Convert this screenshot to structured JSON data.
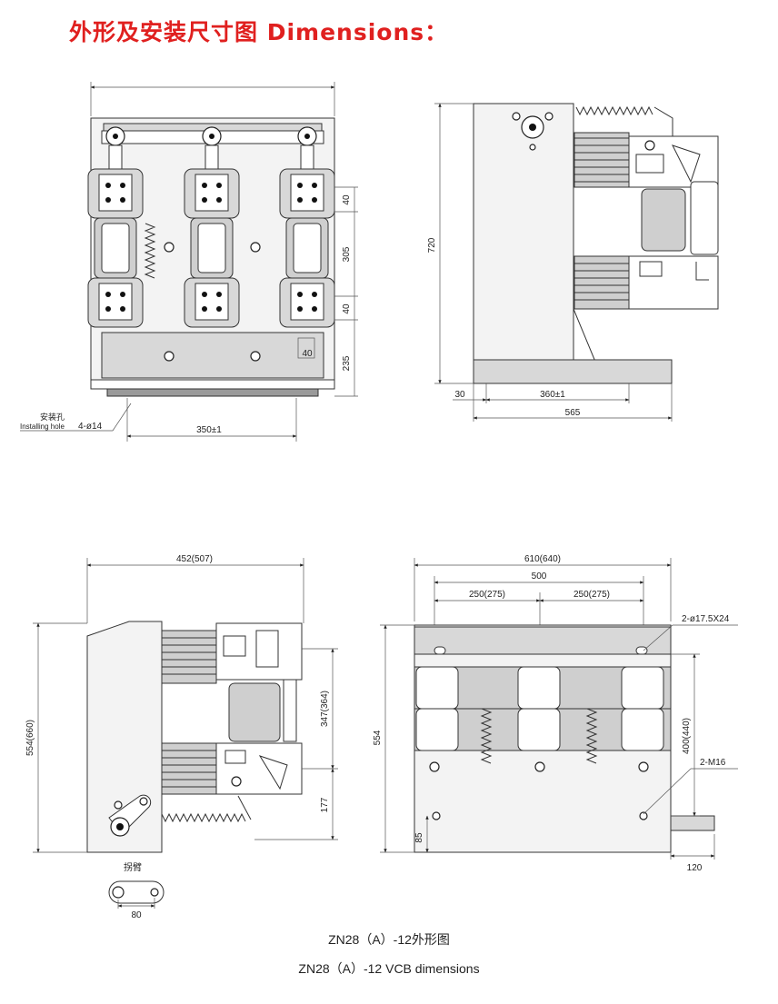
{
  "title": "外形及安装尺寸图  Dimensions：",
  "front_view": {
    "dim_40_top": "40",
    "dim_305": "305",
    "dim_40_mid": "40",
    "dim_40_bottom": "40",
    "dim_235": "235",
    "dim_350": "350±1",
    "hole_label_cn": "安装孔",
    "hole_label_en": "Installing hole",
    "hole_spec": "4-ø14"
  },
  "side_view": {
    "dim_720": "720",
    "dim_30": "30",
    "dim_360": "360±1",
    "dim_565": "565"
  },
  "side_view_2": {
    "dim_452": "452(507)",
    "dim_554_660": "554(660)",
    "dim_347": "347(364)",
    "dim_177": "177",
    "arm_label": "拐臂",
    "dim_80": "80"
  },
  "rear_view": {
    "dim_610": "610(640)",
    "dim_500": "500",
    "dim_250_left": "250(275)",
    "dim_250_right": "250(275)",
    "slot_spec": "2-ø17.5X24",
    "dim_554": "554",
    "dim_400": "400(440)",
    "bolt_spec": "2-M16",
    "dim_85": "85",
    "dim_120": "120"
  },
  "caption_cn": "ZN28（A）-12外形图",
  "caption_en": "ZN28（A）-12 VCB dimensions"
}
